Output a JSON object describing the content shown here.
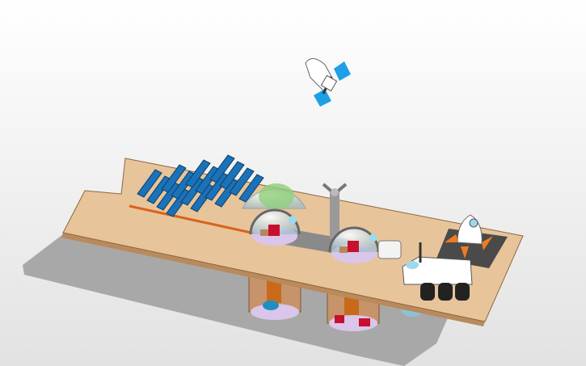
{
  "scene": {
    "colors": {
      "background_top": "#ffffff",
      "background_bottom": "#e4e4e4",
      "shadow": "#a9a9a9",
      "board": "#e8c49a",
      "board_edge": "#b98a5a",
      "solar_panel": "#1b72b8",
      "dome_glass": "#cfe3ea",
      "greenhouse": "#8fcf7a",
      "module_purple": "#d9c6ea",
      "tube": "#8a8a8a",
      "rover_body": "#ffffff",
      "wheel": "#222222",
      "rocket_fin": "#f07b22",
      "satellite_panel": "#1ea0e6",
      "landing_pad": "#4a4a4a"
    },
    "icons": [
      "satellite",
      "solar-panel-array",
      "greenhouse-dome",
      "habitat-dome",
      "antenna-tower",
      "rover",
      "rocket",
      "landing-pad"
    ]
  }
}
